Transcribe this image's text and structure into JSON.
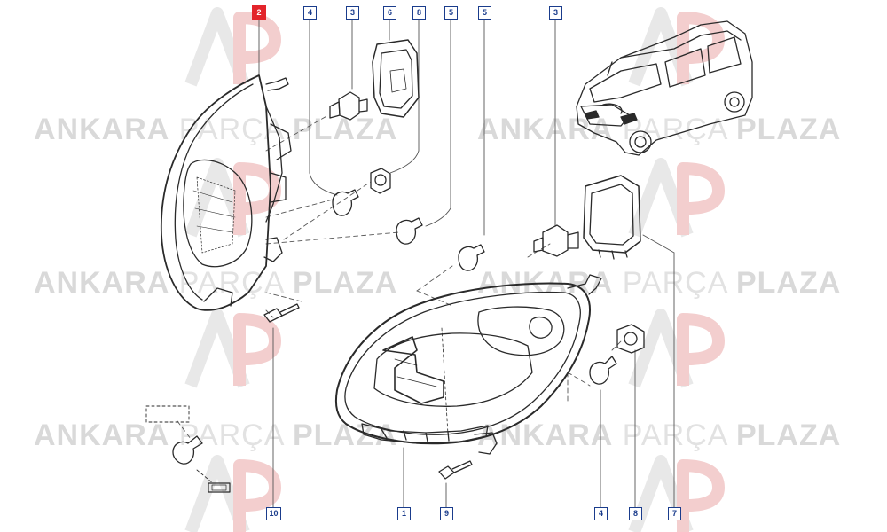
{
  "watermark": {
    "word1": "ANKARA",
    "word2": "PARÇA",
    "word3": "PLAZA",
    "logo_letters": "AP",
    "color_text": "#d8d8d8",
    "color_logo_red": "#f2c9c9",
    "color_logo_grey": "#e6e6e6"
  },
  "callouts": {
    "c_top_2": "2",
    "c_top_4": "4",
    "c_top_3a": "3",
    "c_top_6": "6",
    "c_top_8": "8",
    "c_top_5a": "5",
    "c_top_5b": "5",
    "c_top_3b": "3",
    "c_bot_10": "10",
    "c_bot_1": "1",
    "c_bot_9": "9",
    "c_bot_4": "4",
    "c_bot_8": "8",
    "c_bot_7": "7"
  },
  "colors": {
    "callout_border": "#1a3c8c",
    "selected_callout": "#e3242b",
    "line_art": "#2a2a2a"
  }
}
